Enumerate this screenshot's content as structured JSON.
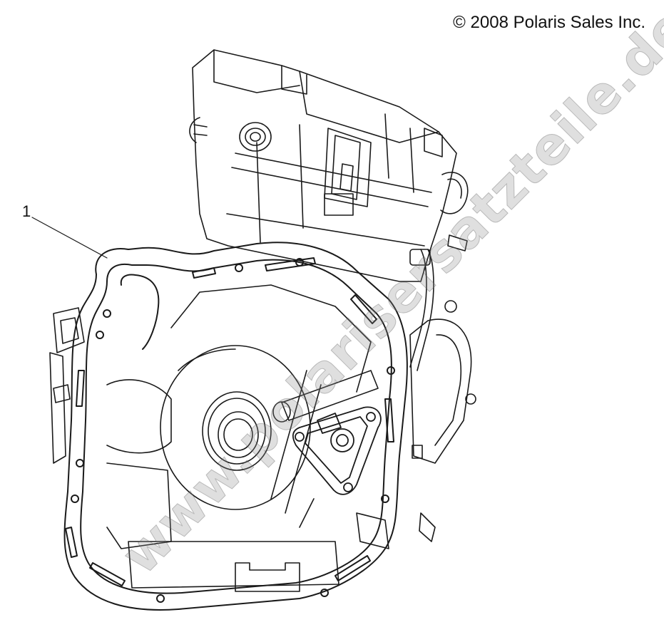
{
  "copyright": "© 2008 Polaris Sales Inc.",
  "callouts": [
    {
      "number": "1"
    }
  ],
  "watermark": "www.polarisersatzteile.de",
  "colors": {
    "line": "#1a1a1a",
    "background": "#ffffff",
    "watermark": "#8c8c8c"
  }
}
